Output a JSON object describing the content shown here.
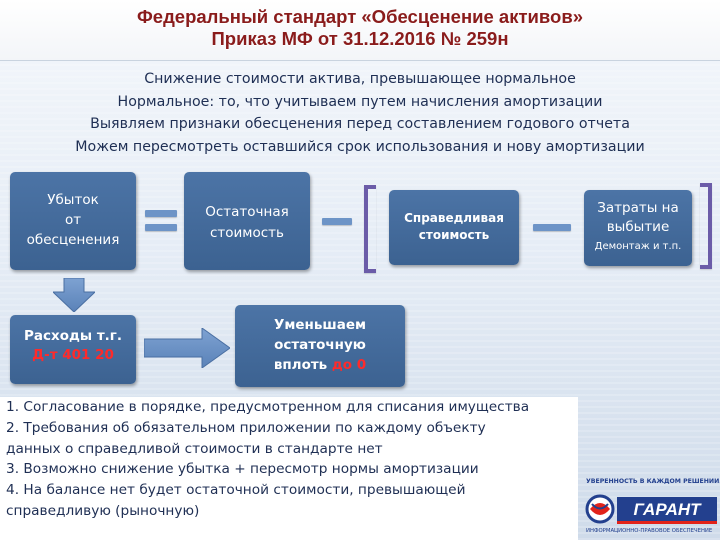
{
  "title": {
    "line1": "Федеральный стандарт «Обесценение активов»",
    "line2": "Приказ МФ от 31.12.2016 № 259н"
  },
  "summary": [
    "Снижение стоимости актива, превышающее нормальное",
    "Нормальное: то, что учитываем путем начисления амортизации",
    "Выявляем признаки обесценения перед составлением годового отчета",
    "Можем пересмотреть оставшийся срок использования и нову амортизации"
  ],
  "boxes": {
    "loss": {
      "line1": "Убыток",
      "line2": "от",
      "line3": "обесценения"
    },
    "residual": {
      "line1": "Остаточная",
      "line2": "стоимость"
    },
    "fair": {
      "line1": "Справедливая",
      "line2": "стоимость"
    },
    "costs": {
      "line1": "Затраты на",
      "line2": "выбытие",
      "small": "Демонтаж и т.п."
    },
    "expenses": {
      "line1": "Расходы т.г.",
      "line2": "Д-т 401 20"
    },
    "reduce": {
      "line1": "Уменьшаем",
      "line2": "остаточную",
      "line3_prefix": "вплоть ",
      "line3_red": "до 0"
    }
  },
  "list": [
    "1. Согласование в порядке, предусмотренном для списания имущества",
    "2. Требования об обязательном приложении по каждому объекту",
    "данных о справедливой стоимости в стандарте нет",
    "3. Возможно снижение убытка + пересмотр нормы амортизации",
    "4. На балансе нет будет остаточной стоимости, превышающей",
    "справедливую (рыночную)"
  ],
  "logo": {
    "tagline": "УВЕРЕННОСТЬ В КАЖДОМ РЕШЕНИИ.",
    "brand": "ГАРАНТ",
    "footer": "ИНФОРМАЦИОННО-ПРАВОВОЕ ОБЕСПЕЧЕНИЕ"
  },
  "colors": {
    "title": "#8a1c1c",
    "box": "#4c74a6",
    "bracket": "#6b5ca8",
    "highlight": "#ff2a2a",
    "text": "#1f2f54"
  }
}
